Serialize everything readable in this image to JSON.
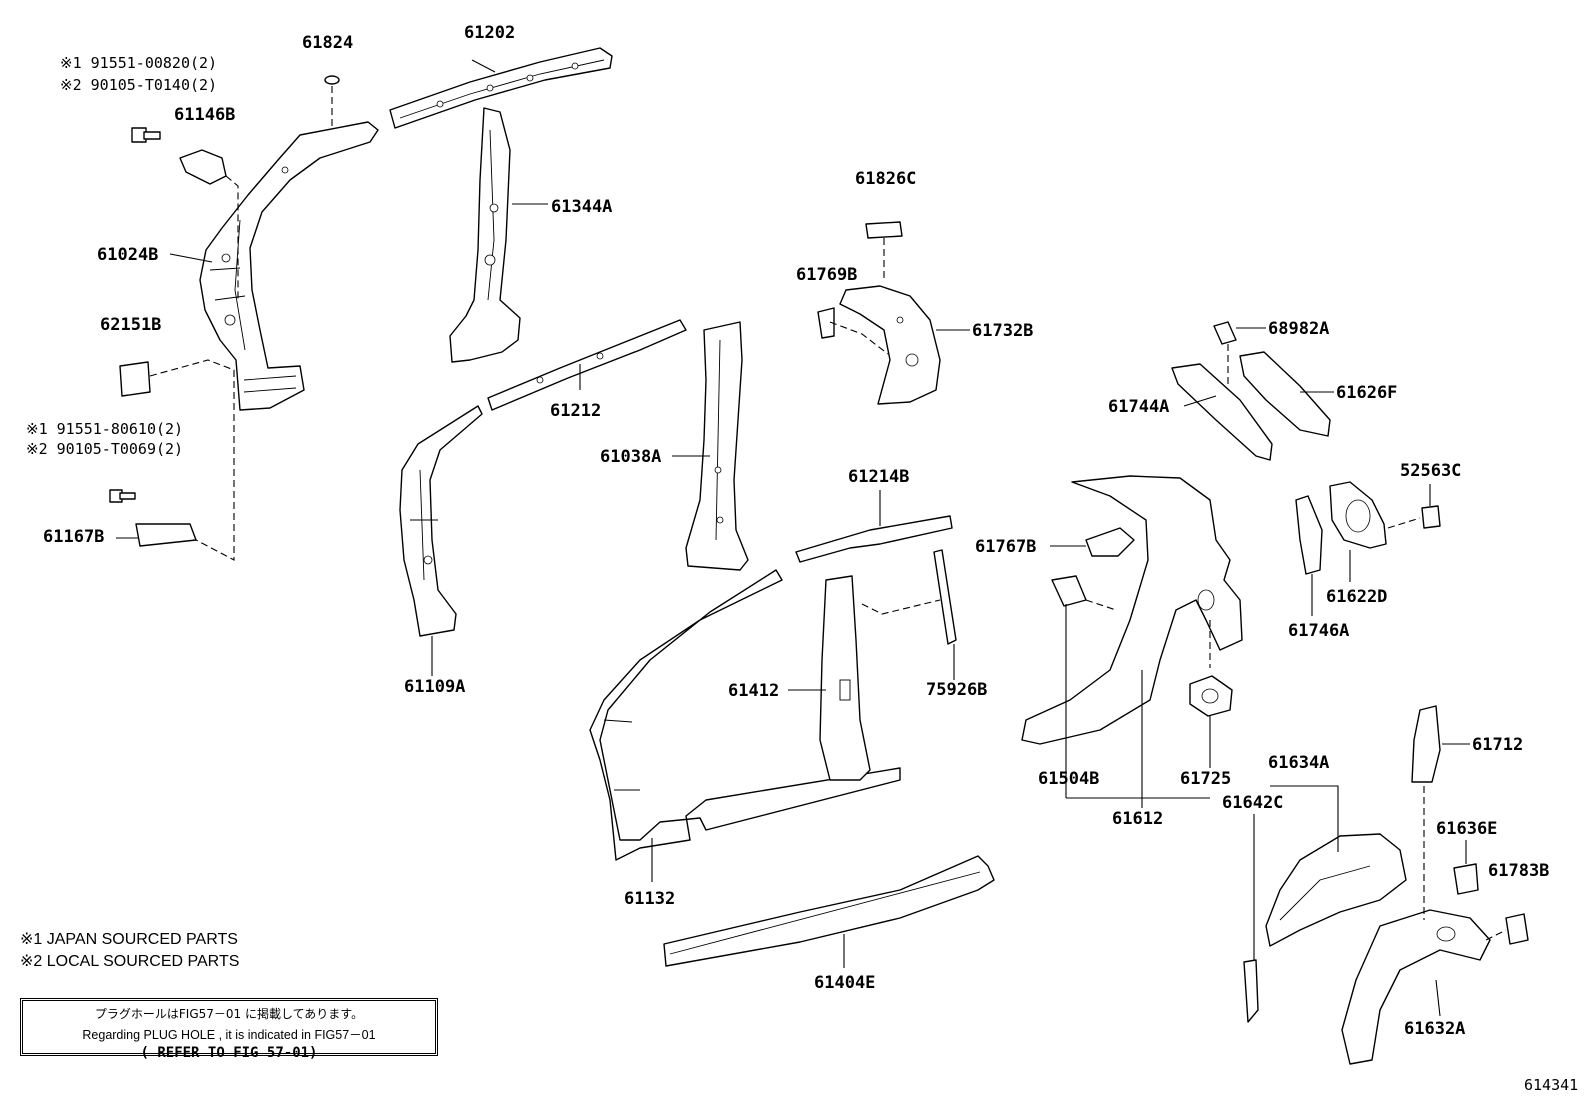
{
  "part_labels": {
    "p61824": "61824",
    "p61202": "61202",
    "p61146B": "61146B",
    "p61344A": "61344A",
    "p61024B": "61024B",
    "p61826C": "61826C",
    "p61769B": "61769B",
    "p61732B": "61732B",
    "p62151B": "62151B",
    "p68982A": "68982A",
    "p61626F": "61626F",
    "p61744A": "61744A",
    "p61212": "61212",
    "p61038A": "61038A",
    "p52563C": "52563C",
    "p61214B": "61214B",
    "p61767B": "61767B",
    "p61167B": "61167B",
    "p61622D": "61622D",
    "p61746A": "61746A",
    "p61109A": "61109A",
    "p75926B": "75926B",
    "p61412": "61412",
    "p61712": "61712",
    "p61634A": "61634A",
    "p61504B": "61504B",
    "p61725": "61725",
    "p61642C": "61642C",
    "p61612": "61612",
    "p61636E": "61636E",
    "p61783B": "61783B",
    "p61132": "61132",
    "p61404E": "61404E",
    "p61632A": "61632A"
  },
  "fasteners": {
    "upper_1": "※1 91551-00820(2)",
    "upper_2": "※2 90105-T0140(2)",
    "lower_1": "※1 91551-80610(2)",
    "lower_2": "※2 90105-T0069(2)"
  },
  "legend": {
    "note1": "※1 JAPAN SOURCED PARTS",
    "note2": "※2 LOCAL SOURCED PARTS"
  },
  "reference_box": {
    "line_jp": "プラグホールはFIG57－01 に掲載してあります。",
    "line_en": "Regarding  PLUG HOLE , it is indicated in FIG57－01",
    "line_ref": "( REFER TO FIG 57-01)"
  },
  "figure_number": "614341"
}
